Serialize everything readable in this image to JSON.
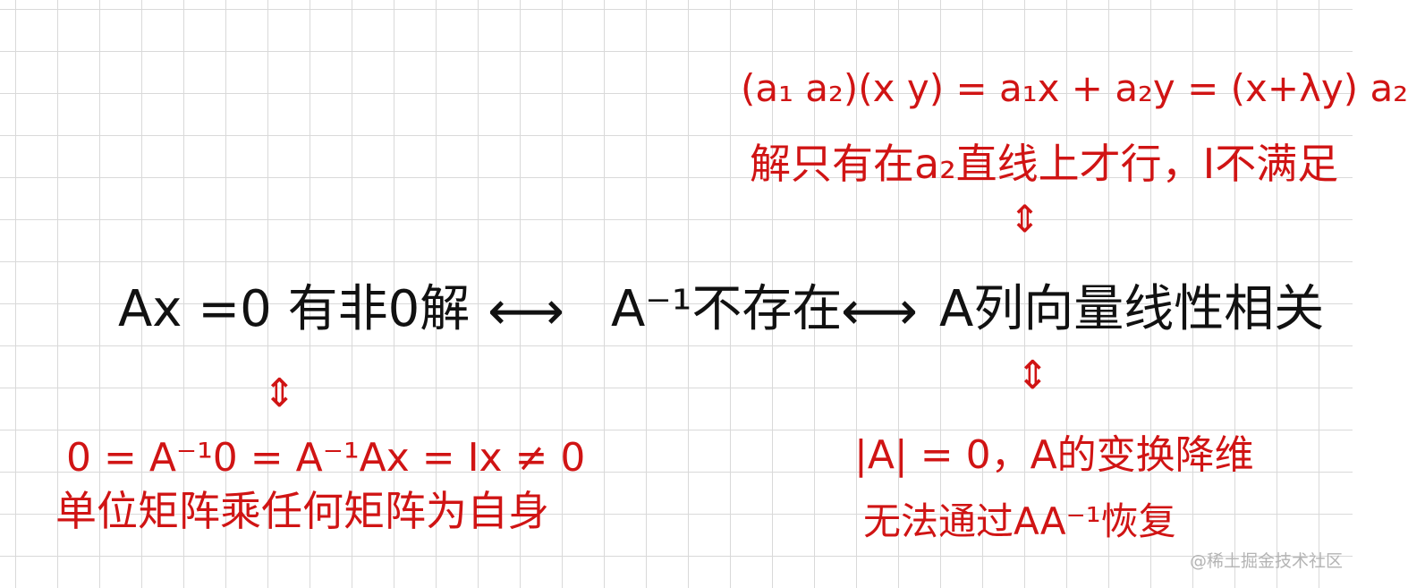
{
  "main": {
    "left": "Ax =0 有非0解",
    "arrow_left": "⟷",
    "center": "A⁻¹不存在",
    "arrow_right": "⟷",
    "right": "A列向量线性相关"
  },
  "top_right": {
    "equation": "(a₁ a₂)(x y) = a₁x + a₂y = (x+λy) a₂",
    "note": "解只有在a₂直线上才行，I不满足",
    "arrow": "⇕"
  },
  "bottom_left": {
    "arrow": "⇕",
    "equation": "0 = A⁻¹0 = A⁻¹Ax = Ix ≠ 0",
    "note": "单位矩阵乘任何矩阵为自身"
  },
  "bottom_right": {
    "arrow": "⇕",
    "equation": "|A| = 0，A的变换降维",
    "note": "无法通过AA⁻¹恢复"
  },
  "watermark": "@稀土掘金技术社区",
  "colors": {
    "ink_black": "#111111",
    "ink_red": "#d01414",
    "grid": "#d9d9d9",
    "paper": "#ffffff"
  }
}
